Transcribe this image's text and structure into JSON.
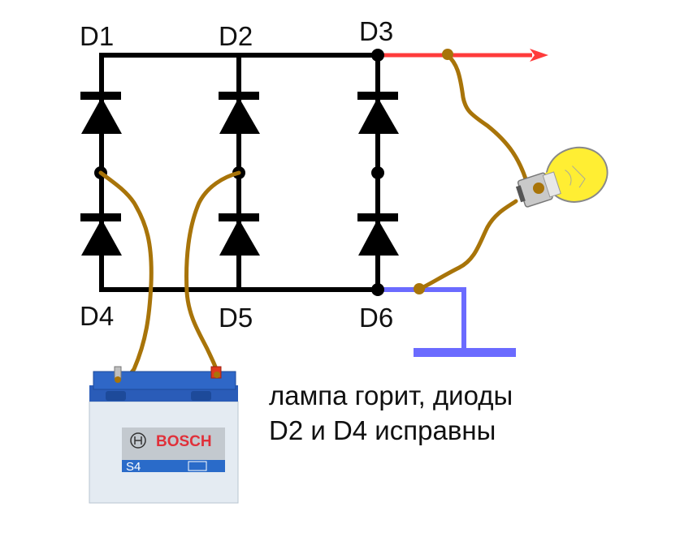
{
  "diodes": {
    "top": [
      "D1",
      "D2",
      "D3"
    ],
    "bottom": [
      "D4",
      "D5",
      "D6"
    ]
  },
  "caption": {
    "line1": "лампа горит, диоды",
    "line2": "D2 и D4 исправны"
  },
  "battery": {
    "brand": "BOSCH",
    "model": "S4"
  },
  "colors": {
    "wire": "#000000",
    "positive": "#ff3b3b",
    "ground": "#6b6bff",
    "probe": "#a87409",
    "bulb": "#ffee33",
    "battery_blue": "#2a5cb8"
  },
  "icons": [
    "diode-icon",
    "lamp-icon",
    "battery-icon",
    "ground-icon",
    "arrow-icon"
  ]
}
